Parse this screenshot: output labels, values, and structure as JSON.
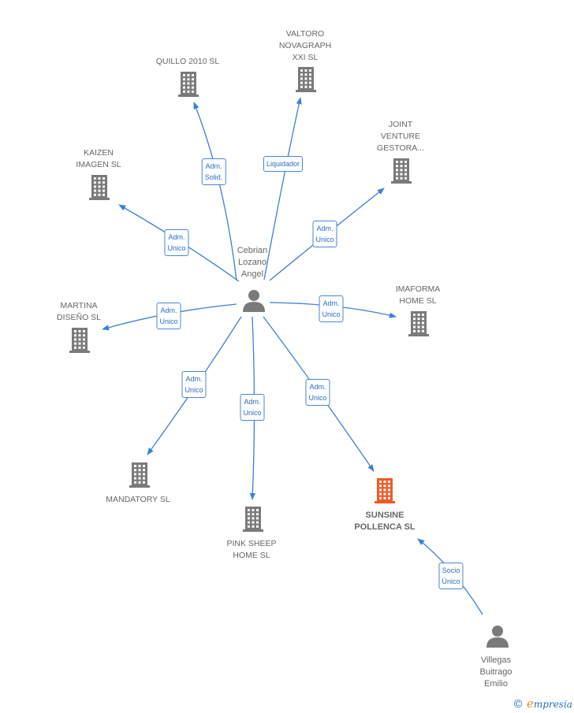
{
  "center": {
    "name": "Cebrian\nLozano\nAngel"
  },
  "companies": [
    {
      "id": "valtoro",
      "name": "VALTORO\nNOVAGRAPH\nXXI SL"
    },
    {
      "id": "quillo",
      "name": "QUILLO 2010  SL"
    },
    {
      "id": "joint",
      "name": "JOINT\nVENTURE\nGESTORA..."
    },
    {
      "id": "kaizen",
      "name": "KAIZEN\nIMAGEN  SL"
    },
    {
      "id": "imaforma",
      "name": "IMAFORMA\nHOME  SL"
    },
    {
      "id": "martina",
      "name": "MARTINA\nDISEÑO  SL"
    },
    {
      "id": "mandatory",
      "name": "MANDATORY  SL"
    },
    {
      "id": "pinksheep",
      "name": "PINK SHEEP\nHOME  SL"
    },
    {
      "id": "sunsine",
      "name": "SUNSINE\nPOLLENCA  SL",
      "highlight": true
    }
  ],
  "edges": [
    {
      "to": "quillo",
      "label": "Adm.\nSolid."
    },
    {
      "to": "valtoro",
      "label": "Liquidador"
    },
    {
      "to": "joint",
      "label": "Adm.\nUnico"
    },
    {
      "to": "kaizen",
      "label": "Adm.\nUnico"
    },
    {
      "to": "imaforma",
      "label": "Adm.\nUnico"
    },
    {
      "to": "martina",
      "label": "Adm.\nUnico"
    },
    {
      "to": "mandatory",
      "label": "Adm.\nUnico"
    },
    {
      "to": "pinksheep",
      "label": "Adm.\nUnico"
    },
    {
      "to": "sunsine",
      "label": "Adm.\nUnico"
    }
  ],
  "second_person": {
    "name": "Villegas\nBuitrago\nEmilio",
    "edge_label": "Socio\nÚnico"
  },
  "colors": {
    "edge": "#3d7fd6",
    "building": "#7a7a7a",
    "building_highlight": "#f05a28",
    "person": "#7a7a7a"
  },
  "brand": {
    "copyright": "©",
    "name_initial": "e",
    "name_rest": "mpresia"
  }
}
